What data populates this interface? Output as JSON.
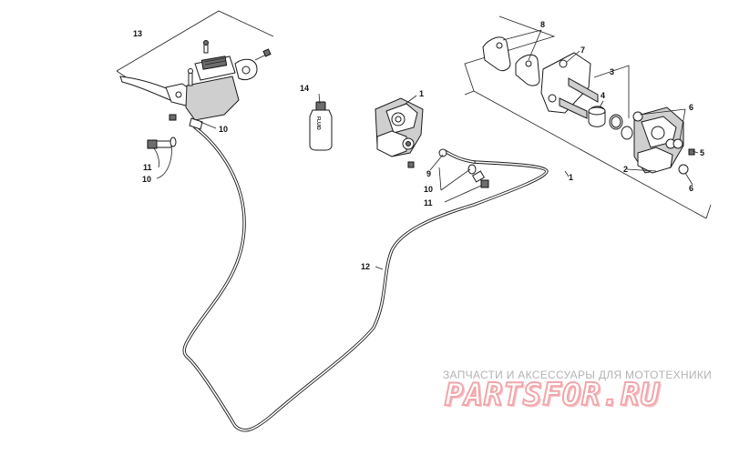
{
  "callouts": {
    "c1a": "1",
    "c1b": "1",
    "c2": "2",
    "c3": "3",
    "c4": "4",
    "c5": "5",
    "c6a": "6",
    "c6b": "6",
    "c7": "7",
    "c8": "8",
    "c9": "9",
    "c10a": "10",
    "c10b": "10",
    "c10c": "10",
    "c11a": "11",
    "c11b": "11",
    "c12": "12",
    "c13": "13",
    "c14": "14"
  },
  "bottle_label": "FLUID",
  "watermark": {
    "tagline": "ЗАПЧАСТИ И АКСЕССУАРЫ ДЛЯ МОТОТЕХНИКИ",
    "brand": "PARTSFOR.RU"
  }
}
